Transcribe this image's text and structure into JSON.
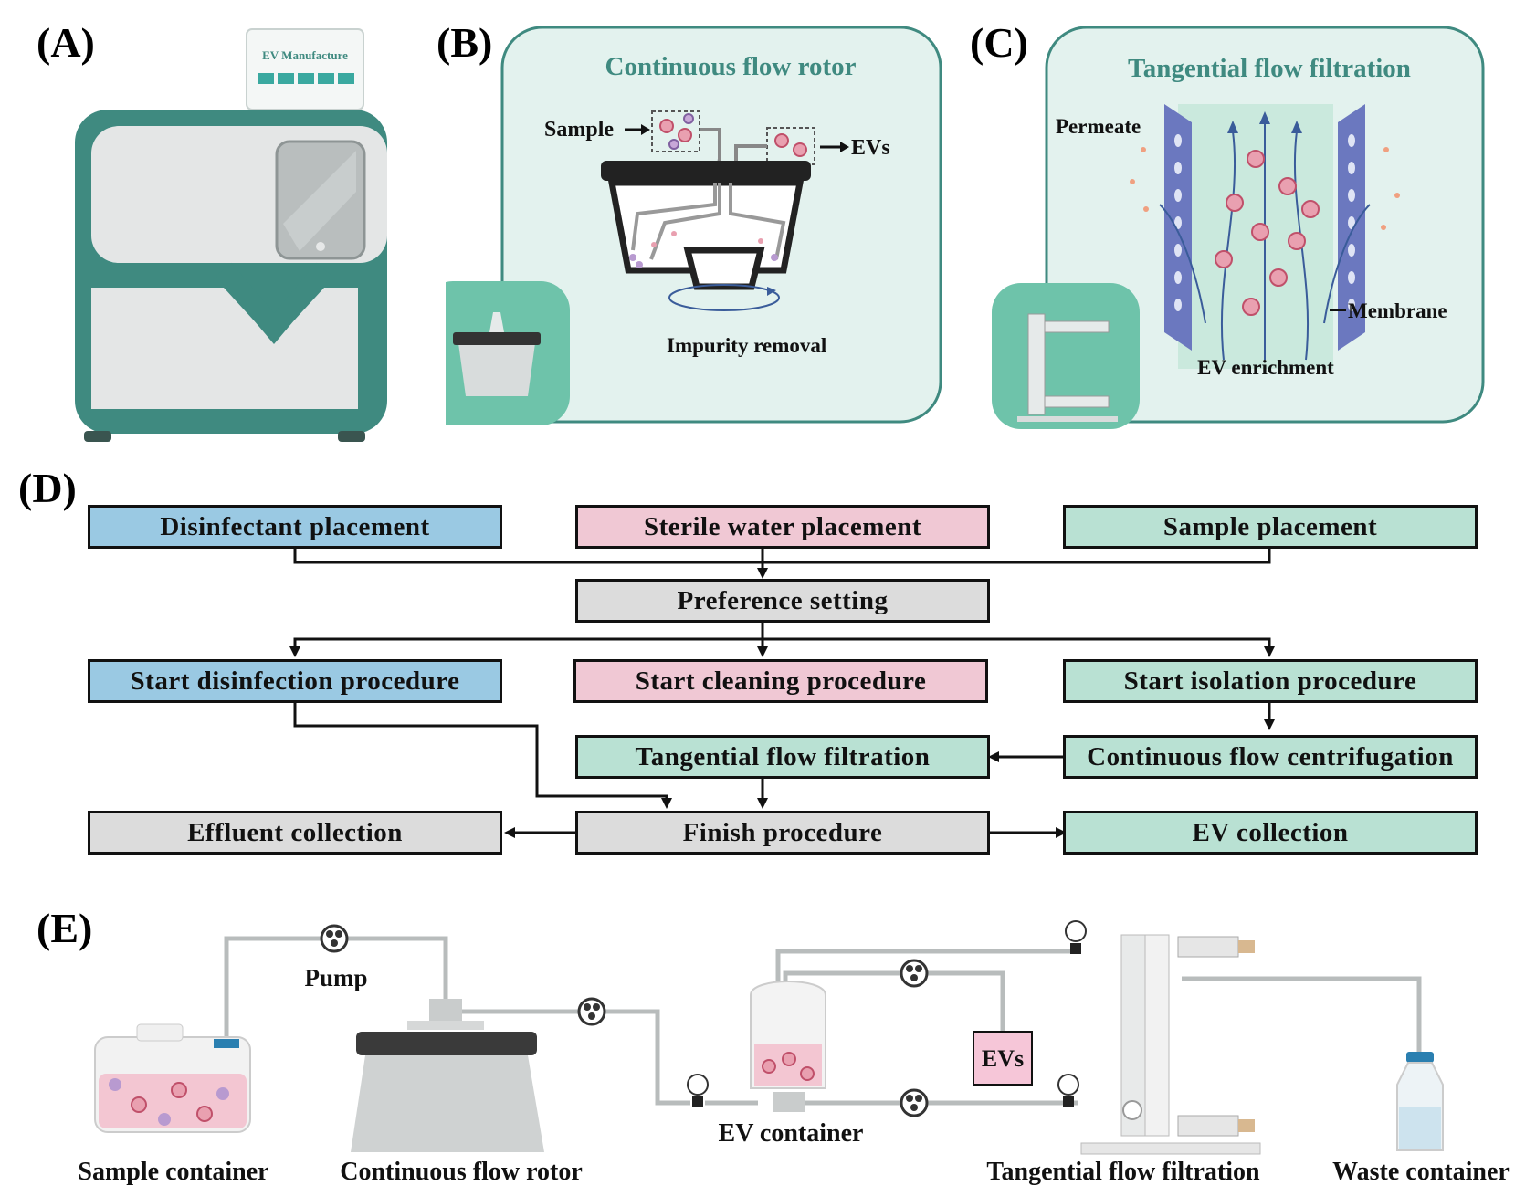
{
  "panels": {
    "a": "(A)",
    "b": "(B)",
    "c": "(C)",
    "d": "(D)",
    "e": "(E)"
  },
  "machine": {
    "screen_label": "EV Manufacture"
  },
  "panel_b": {
    "title": "Continuous flow rotor",
    "sample": "Sample",
    "evs": "EVs",
    "caption": "Impurity removal"
  },
  "panel_c": {
    "title": "Tangential flow filtration",
    "permeate": "Permeate",
    "membrane": "Membrane",
    "caption": "EV enrichment"
  },
  "flowchart": {
    "disinfectant": "Disinfectant placement",
    "sterile_water": "Sterile water placement",
    "sample_placement": "Sample placement",
    "preference": "Preference setting",
    "start_disinfection": "Start disinfection procedure",
    "start_cleaning": "Start cleaning procedure",
    "start_isolation": "Start isolation procedure",
    "tff": "Tangential flow filtration",
    "cfc": "Continuous flow centrifugation",
    "effluent": "Effluent collection",
    "finish": "Finish procedure",
    "ev_collection": "EV collection"
  },
  "panel_e": {
    "pump": "Pump",
    "evs": "EVs",
    "sample_container": "Sample container",
    "rotor": "Continuous flow rotor",
    "ev_container": "EV container",
    "tff": "Tangential flow filtration",
    "waste": "Waste container"
  },
  "colors": {
    "teal": "#3f8a80",
    "panel_bg": "#e3f2ee",
    "blue_box": "#9ac9e3",
    "pink_box": "#f0c8d4",
    "green_box": "#b9e1d3",
    "gray_box": "#dcdcdc",
    "title_teal": "#3f8a80"
  }
}
